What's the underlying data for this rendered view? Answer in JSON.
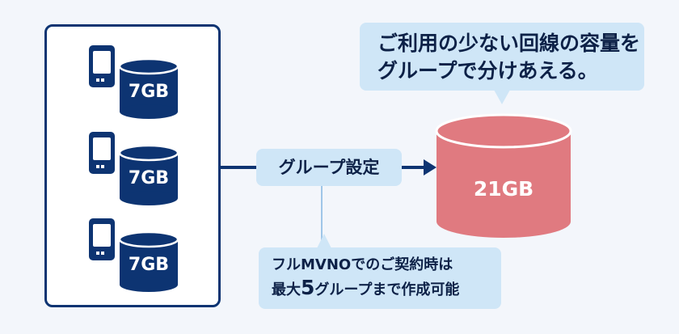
{
  "devices": [
    {
      "capacity": "7GB"
    },
    {
      "capacity": "7GB"
    },
    {
      "capacity": "7GB"
    }
  ],
  "group_label": "グループ設定",
  "shared_pool": {
    "capacity": "21GB"
  },
  "callout_top": {
    "line1": "ご利用の少ない回線の容量を",
    "line2": "グループで分けあえる。"
  },
  "callout_bottom": {
    "line1": "フルMVNOでのご契約時は",
    "line2_prefix": "最大",
    "line2_number": "5",
    "line2_suffix": "グループまで作成可能"
  },
  "colors": {
    "navy": "#0d3472",
    "bubble": "#cfe6f7",
    "pool": "#e07a80",
    "pool_dark": "#d1636b",
    "background": "#f3f6fb"
  }
}
